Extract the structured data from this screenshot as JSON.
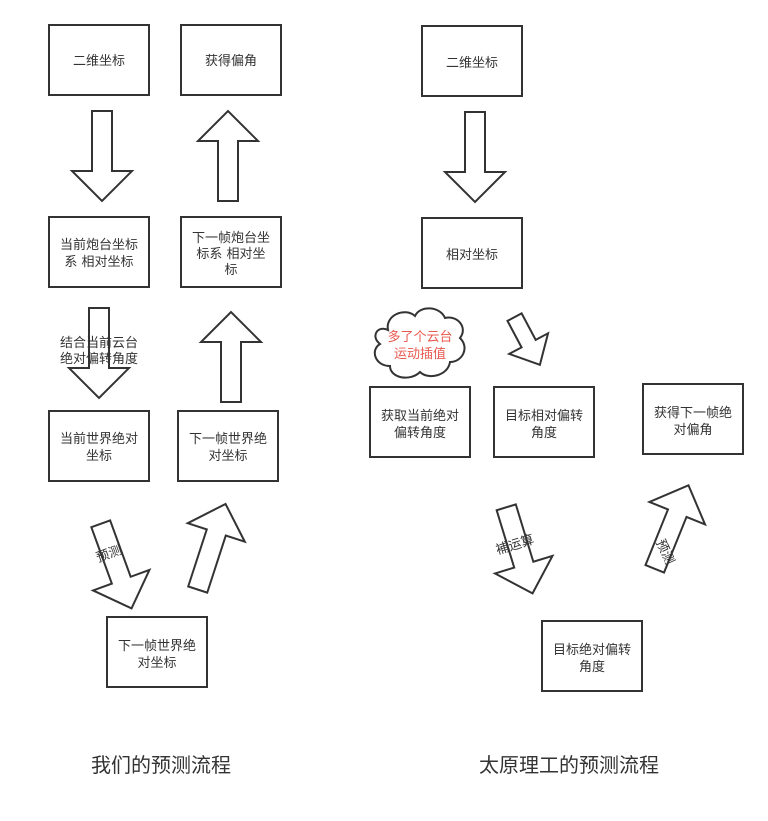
{
  "left": {
    "n1": "二维坐标",
    "n2": "获得偏角",
    "n3": [
      "当前炮台坐标",
      "系 相对坐标"
    ],
    "n4": [
      "下一帧炮台坐",
      "标系 相对坐",
      "标"
    ],
    "note": [
      "结合当前云台",
      "绝对偏转角度"
    ],
    "n5": [
      "当前世界绝对",
      "坐标"
    ],
    "n6": [
      "下一帧世界绝",
      "对坐标"
    ],
    "predict": "预测",
    "n7": [
      "下一帧世界绝",
      "对坐标"
    ],
    "caption": "我们的预测流程"
  },
  "right": {
    "n1": "二维坐标",
    "n2": "相对坐标",
    "cloud": [
      "多了个云台",
      "运动插值"
    ],
    "n3": [
      "获取当前绝对",
      "偏转角度"
    ],
    "n4": [
      "目标相对偏转",
      "角度"
    ],
    "n5": [
      "获得下一帧绝",
      "对偏角"
    ],
    "op": "補运算",
    "predict": "预测",
    "n6": [
      "目标绝对偏转",
      "角度"
    ],
    "caption": "太原理工的预测流程"
  },
  "colors": {
    "stroke": "#333333",
    "text": "#333333",
    "cloud_text": "#e85a4f"
  }
}
